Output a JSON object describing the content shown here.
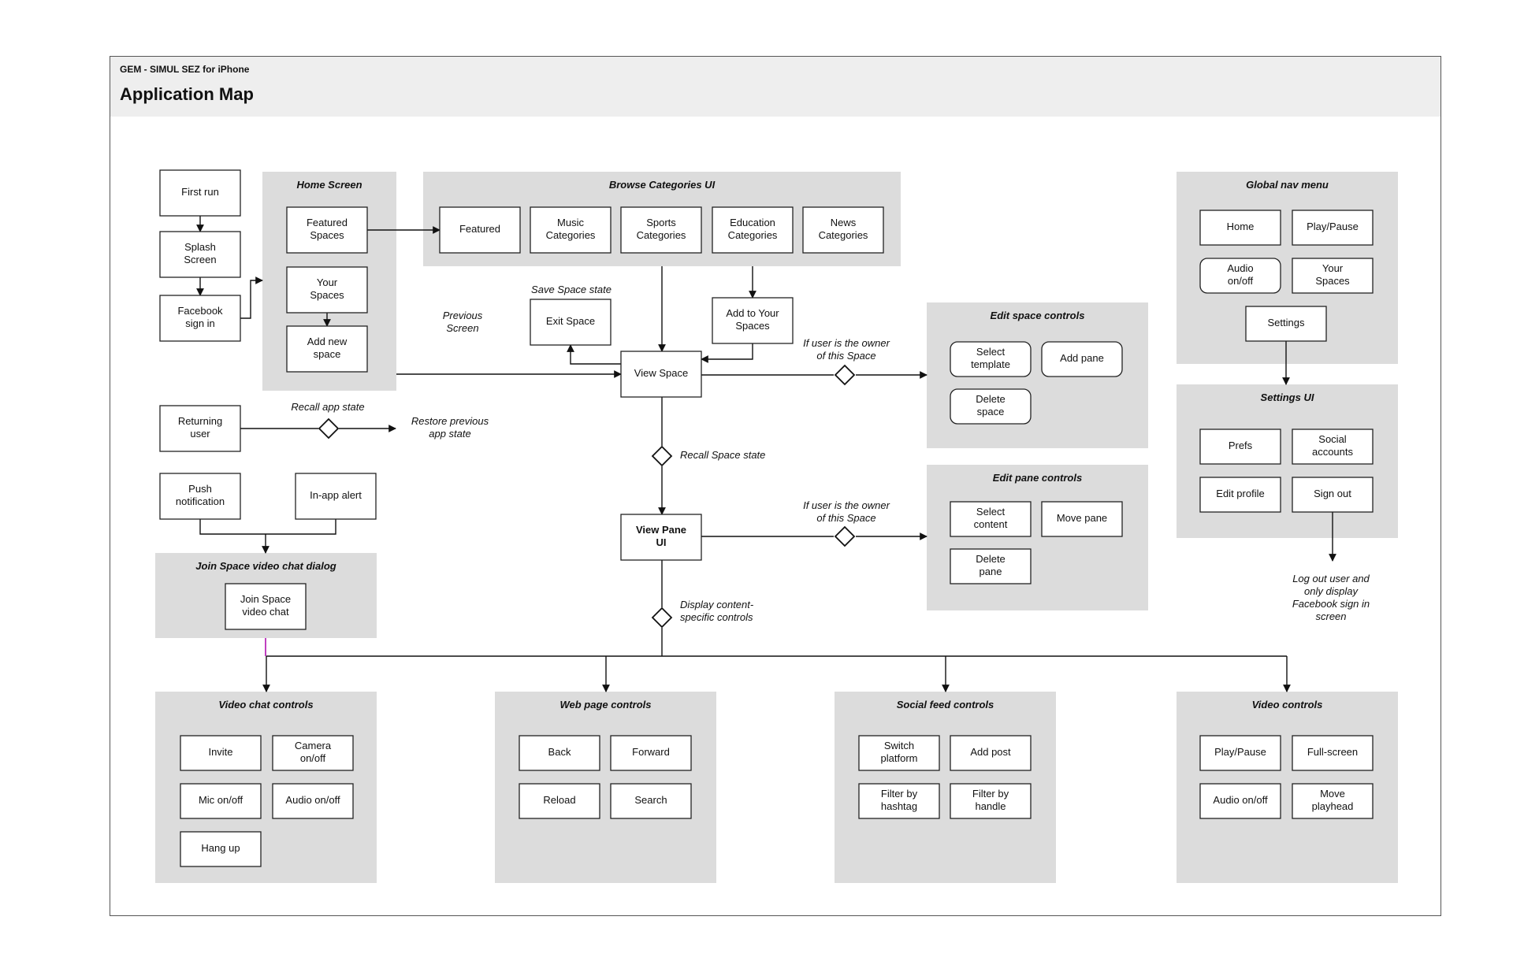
{
  "header": {
    "subtitle": "GEM - SIMUL SEZ for iPhone",
    "title": "Application Map"
  },
  "groups": {
    "home_screen": "Home Screen",
    "browse_categories": "Browse Categories UI",
    "global_nav": "Global nav menu",
    "edit_space": "Edit space controls",
    "settings_ui": "Settings UI",
    "edit_pane": "Edit pane controls",
    "join_space": "Join Space video chat dialog",
    "video_chat": "Video chat controls",
    "web_page": "Web page controls",
    "social_feed": "Social feed controls",
    "video_controls": "Video controls"
  },
  "nodes": {
    "first_run": "First run",
    "splash_screen": [
      "Splash",
      "Screen"
    ],
    "facebook_sign_in": [
      "Facebook",
      "sign in"
    ],
    "featured_spaces": [
      "Featured",
      "Spaces"
    ],
    "your_spaces": [
      "Your",
      "Spaces"
    ],
    "add_new_space": [
      "Add new",
      "space"
    ],
    "featured": "Featured",
    "music_categories": [
      "Music",
      "Categories"
    ],
    "sports_categories": [
      "Sports",
      "Categories"
    ],
    "education_categories": [
      "Education",
      "Categories"
    ],
    "news_categories": [
      "News",
      "Categories"
    ],
    "exit_space": "Exit Space",
    "add_to_your_spaces": [
      "Add to Your",
      "Spaces"
    ],
    "view_space": "View Space",
    "view_pane_ui": [
      "View Pane",
      "UI"
    ],
    "returning_user": [
      "Returning",
      "user"
    ],
    "push_notification": [
      "Push",
      "notification"
    ],
    "in_app_alert": "In-app alert",
    "join_space_video_chat": [
      "Join Space",
      "video chat"
    ],
    "nav_home": "Home",
    "nav_play_pause": "Play/Pause",
    "nav_audio": [
      "Audio",
      "on/off"
    ],
    "nav_your_spaces": [
      "Your",
      "Spaces"
    ],
    "nav_settings": "Settings",
    "select_template": [
      "Select",
      "template"
    ],
    "add_pane": "Add pane",
    "delete_space": [
      "Delete",
      "space"
    ],
    "prefs": "Prefs",
    "social_accounts": [
      "Social",
      "accounts"
    ],
    "edit_profile": "Edit profile",
    "sign_out": "Sign out",
    "select_content": [
      "Select",
      "content"
    ],
    "move_pane": "Move pane",
    "delete_pane": [
      "Delete",
      "pane"
    ],
    "invite": "Invite",
    "camera": [
      "Camera",
      "on/off"
    ],
    "mic": "Mic on/off",
    "vc_audio": "Audio on/off",
    "hang_up": "Hang up",
    "back": "Back",
    "forward": "Forward",
    "reload": "Reload",
    "search": "Search",
    "switch_platform": [
      "Switch",
      "platform"
    ],
    "add_post": "Add post",
    "filter_hashtag": [
      "Filter by",
      "hashtag"
    ],
    "filter_handle": [
      "Filter by",
      "handle"
    ],
    "v_play_pause": "Play/Pause",
    "full_screen": "Full-screen",
    "v_audio": "Audio on/off",
    "move_playhead": [
      "Move",
      "playhead"
    ]
  },
  "annotations": {
    "save_space_state": "Save Space state",
    "previous_screen": [
      "Previous",
      "Screen"
    ],
    "owner_space_1": [
      "If user is the owner",
      "of this Space"
    ],
    "owner_space_2": [
      "If user is the owner",
      "of this Space"
    ],
    "recall_app_state": "Recall app state",
    "restore_previous": [
      "Restore previous",
      "app state"
    ],
    "recall_space_state": "Recall Space state",
    "display_content": [
      "Display content-",
      "specific controls"
    ],
    "log_out": [
      "Log out user and",
      "only display",
      "Facebook sign in",
      "screen"
    ]
  }
}
